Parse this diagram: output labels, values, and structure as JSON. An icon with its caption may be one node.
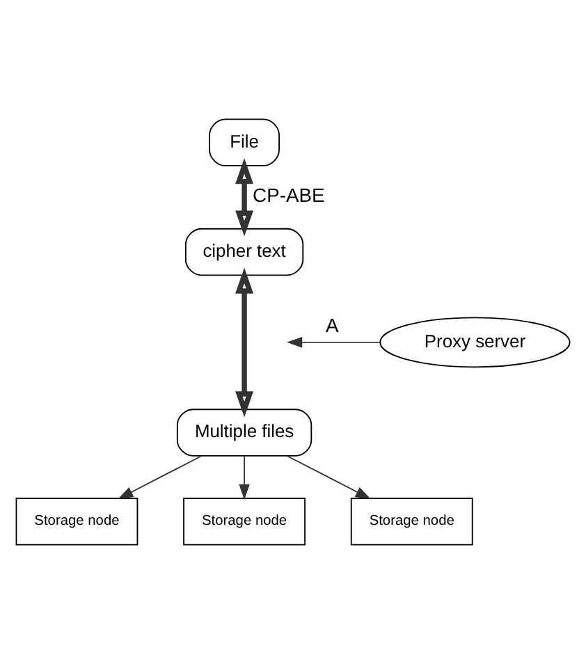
{
  "diagram": {
    "nodes": [
      {
        "text": [
          "File"
        ]
      },
      {
        "text": [
          "cipher text"
        ]
      },
      {
        "text": [
          "Proxy server"
        ]
      },
      {
        "text": [
          "Multiple files"
        ]
      },
      {
        "text": [
          "Storage node"
        ]
      },
      {
        "text": [
          "Storage node"
        ]
      },
      {
        "text": [
          "Storage node"
        ]
      }
    ],
    "edges": [
      {
        "from": 0,
        "to": 1,
        "arrow": "both",
        "label": "CP-ABE",
        "style": "thick"
      },
      {
        "from": 1,
        "to": 3,
        "arrow": "both",
        "style": "thick"
      },
      {
        "from": 2,
        "to": null,
        "arrow": "to",
        "label": "A"
      },
      {
        "from": 3,
        "to": 4,
        "arrow": "to"
      },
      {
        "from": 3,
        "to": 5,
        "arrow": "to"
      },
      {
        "from": 3,
        "to": 6,
        "arrow": "to"
      }
    ]
  }
}
